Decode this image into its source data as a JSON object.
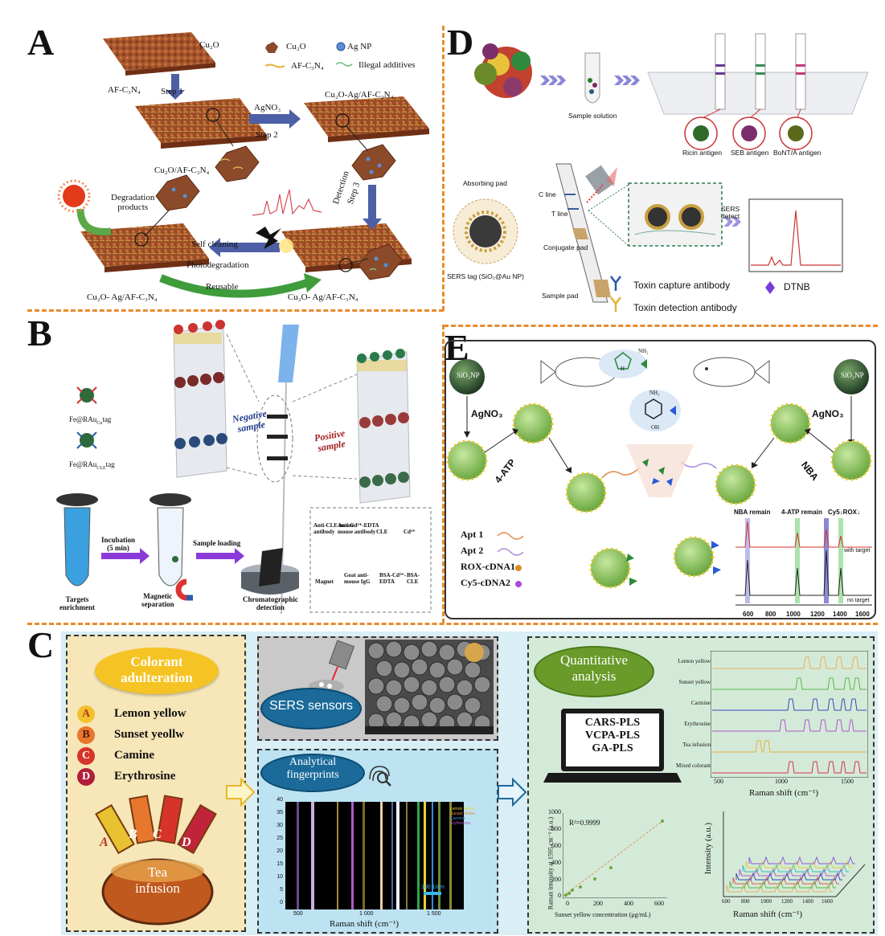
{
  "panels": {
    "A": {
      "letter": "A",
      "labels": {
        "cu2o_top": "Cu₂O",
        "legend_cu2o": "Cu₂O",
        "legend_agnp": "Ag NP",
        "legend_afc3n4": "AF-C₃N₄",
        "legend_illegal": "Illegal additives",
        "af_c3n4": "AF-C₃N₄",
        "step1": "Step 1",
        "agno3": "AgNO₃",
        "step2": "Step 2",
        "cu2o_ag_af_top": "Cu₂O-Ag/AF-C₃N₄",
        "cu2o_af": "Cu₂O/AF-C₃N₄",
        "degradation": "Degradation\nproducts",
        "detection": "Detection",
        "step3": "Step 3",
        "self_cleaning": "Self cleaning",
        "photodegradation": "Photodegradation",
        "reusable": "Reusable",
        "bottom_left": "Cu₂O- Ag/AF-C₃N₄",
        "bottom_right": "Cu₂O- Ag/AF-C₃N₄"
      }
    },
    "B": {
      "letter": "B",
      "labels": {
        "tag_cu": "Fe@RAu",
        "tag_cu_sub": "Cu",
        "tag_cle": "Fe@RAu",
        "tag_cle_sub": "CLE",
        "tag_suffix": "tag",
        "negative": "Negative\nsample",
        "positive": "Positive\nsample",
        "incubation": "Incubation\n(5 min)",
        "sample_loading": "Sample loading",
        "targets": "Targets\nenrichment",
        "magnetic": "Magnetic\nseparation",
        "chromatographic": "Chromatographic\ndetection"
      },
      "legend": [
        "Anti-CLE mouse antibody",
        "Anti-Cd²⁺-EDTA mouse antibody",
        "CLE",
        "Cd²⁺",
        "Magnet",
        "Goat anti-mouse IgG",
        "BSA-Cd²⁺-EDTA",
        "BSA-CLE"
      ]
    },
    "C": {
      "letter": "C",
      "colorant_title": "Colorant\nadulteration",
      "colorants": [
        {
          "letter": "A",
          "name": "Lemon yellow",
          "color": "#f2c12e"
        },
        {
          "letter": "B",
          "name": "Sunset yeollw",
          "color": "#e8772e"
        },
        {
          "letter": "C",
          "name": "Camine",
          "color": "#d6342a"
        },
        {
          "letter": "D",
          "name": "Erythrosine",
          "color": "#b01f3a"
        }
      ],
      "tea_label": "Tea\ninfusion",
      "syringe_letters": [
        "A",
        "B",
        "C",
        "D"
      ],
      "sers_sensors": "SERS sensors",
      "analytical": "Analytical\nfingerprints",
      "fingerprint_xlabel": "Raman shift (cm⁻¹)",
      "fingerprint_yticks": [
        "40",
        "35",
        "30",
        "25",
        "20",
        "15",
        "10",
        "5",
        "0"
      ],
      "fingerprint_xticks": [
        "500",
        "1 000",
        "1 500"
      ],
      "fingerprint_scale": "100 1/cm",
      "fingerprint_legend": [
        "Lemon yellow",
        "Sunset Yellow",
        "Carmine",
        "Erythrosine"
      ],
      "quantitative": "Quantitative\nanalysis",
      "methods": [
        "CARS-PLS",
        "VCPA-PLS",
        "GA-PLS"
      ],
      "spectra_labels": [
        "Lemon yellow",
        "Sunset yellow",
        "Carmine",
        "Erythrosine",
        "Tea infusion",
        "Mixed colorant"
      ],
      "spectra_xticks": [
        "500",
        "1000",
        "1500"
      ],
      "spectra_xlabel": "Raman shift (cm⁻¹)",
      "calib_r2": "R²=0.9999",
      "calib_ylabel": "Raman intensity at 1595 cm⁻¹ (a.u.)",
      "calib_xlabel": "Sunset yellow concentration (μg/mL)",
      "calib_yticks": [
        "1000",
        "800",
        "600",
        "400",
        "200",
        "0"
      ],
      "calib_xticks": [
        "0",
        "200",
        "400",
        "600"
      ],
      "waterfall_ylabel": "Intensity (a.u.)",
      "waterfall_xticks": [
        "600",
        "800",
        "1000",
        "1200",
        "1400",
        "1600"
      ],
      "waterfall_xlabel": "Raman shift (cm⁻¹)"
    },
    "D": {
      "letter": "D",
      "labels": {
        "sample_solution": "Sample solution",
        "ricin": "Ricin antigen",
        "seb": "SEB antigen",
        "bont": "BoNT/A antigen",
        "absorbing_pad": "Absorbing pad",
        "c_line": "C line",
        "t_line": "T line",
        "conjugate_pad": "Conjugate pad",
        "sample_pad": "Sample pad",
        "sers_tag": "SERS tag (SiO₂@Au NP)",
        "sers_detect": "SERS\ndetect",
        "capture": "Toxin capture antibody",
        "detection": "Toxin detection antibody",
        "dtnb": "DTNB"
      }
    },
    "E": {
      "letter": "E",
      "labels": {
        "sio2np_left": "SiO₂NP",
        "sio2np_right": "SiO₂NP",
        "agno3_left": "AgNO₃",
        "agno3_right": "AgNO₃",
        "atp": "4-ATP",
        "nba": "NBA",
        "nh2": "NH₂",
        "oh": "OH",
        "h": "H",
        "apt1": "Apt 1",
        "apt2": "Apt 2",
        "rox": "ROX-cDNA1",
        "cy5": "Cy5-cDNA2",
        "nba_remain": "NBA remain",
        "atp_remain": "4-ATP remain",
        "cy5_rox": "Cy5↓ROX↓",
        "with_target": "with target",
        "no_target": "no target"
      },
      "xticks": [
        "600",
        "800",
        "1000",
        "1200",
        "1400",
        "1600"
      ]
    }
  }
}
